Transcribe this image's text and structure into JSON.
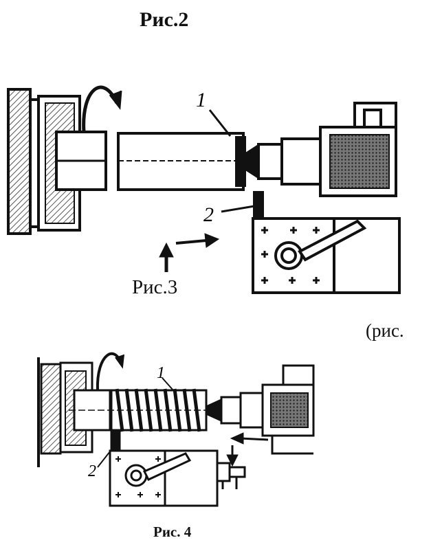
{
  "figure2": {
    "title": "Рис.2",
    "part_labels": [
      "1",
      "2"
    ]
  },
  "figure3": {
    "caption": "Рис.3"
  },
  "side_note": "(рис.",
  "figure4": {
    "caption": "Рис. 4",
    "part_labels": [
      "1",
      "2"
    ]
  },
  "colors": {
    "ink": "#111111",
    "paper": "#ffffff",
    "hatch": "#555555"
  }
}
